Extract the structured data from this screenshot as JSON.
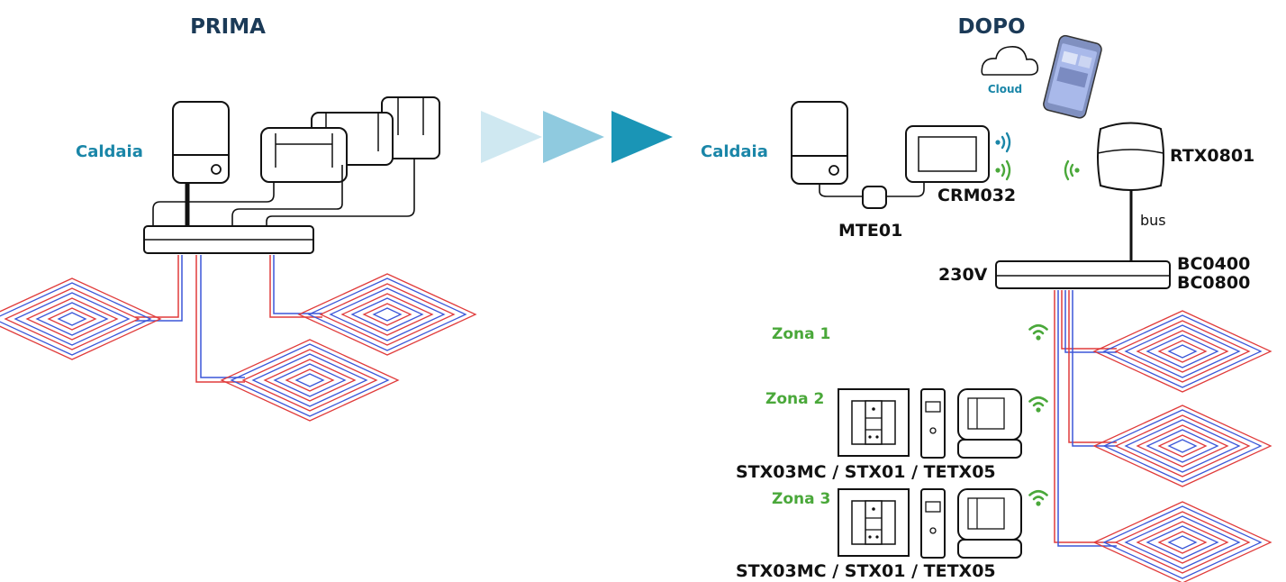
{
  "before": {
    "title": "PRIMA",
    "boiler_label": "Caldaia"
  },
  "after": {
    "title": "DOPO",
    "boiler_label": "Caldaia",
    "cloud_label": "Cloud",
    "mte_label": "MTE01",
    "crm_label": "CRM032",
    "rtx_label": "RTX0801",
    "bus_label": "bus",
    "power_label": "230V",
    "bc_label_1": "BC0400",
    "bc_label_2": "BC0800",
    "zones": [
      {
        "label": "Zona 1"
      },
      {
        "label": "Zona 2",
        "devices": "STX03MC / STX01 / TETX05"
      },
      {
        "label": "Zona 3",
        "devices": "STX03MC / STX01 / TETX05"
      }
    ]
  },
  "colors": {
    "title": "#1b3a57",
    "accent_blue": "#1a86a8",
    "zone_green": "#4aa83a",
    "pipe_red": "#e03b3b",
    "pipe_blue": "#3b57d8",
    "arrow_1": "#cfe8f1",
    "arrow_2": "#8fcadf",
    "arrow_3": "#1a95b6"
  },
  "icons": [
    "cloud-icon",
    "smartphone-icon",
    "wifi-icon",
    "radio-signal-icon",
    "floor-heating-coil-icon"
  ]
}
